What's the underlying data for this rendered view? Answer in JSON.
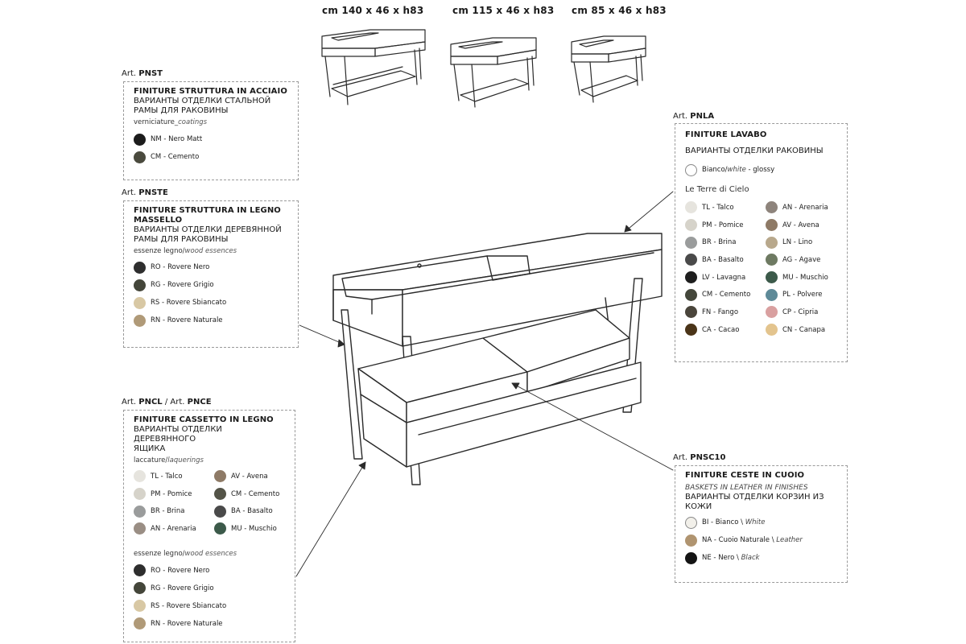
{
  "dimensions": [
    "cm 140 x 46 x h83",
    "cm 115 x 46 x h83",
    "cm 85 x 46 x h83"
  ],
  "articles": {
    "pnst": {
      "prefix": "Art.",
      "code": "PNST"
    },
    "pnste": {
      "prefix": "Art.",
      "code": "PNSTE"
    },
    "pncl": {
      "prefix": "Art.",
      "code1": "PNCL",
      "sep": "/ Art.",
      "code2": "PNCE"
    },
    "pnla": {
      "prefix": "Art.",
      "code": "PNLA"
    },
    "pnsc10": {
      "prefix": "Art.",
      "code": "PNSC10"
    }
  },
  "panel_steel": {
    "title": "FINITURE STRUTTURA IN ACCIAIO",
    "ru_line1": "ВАРИАНТЫ ОТДЕЛКИ СТАЛЬНОЙ",
    "ru_line2": "РАМЫ ДЛЯ РАКОВИНЫ",
    "note_main": "verniciature_",
    "note_ital": "coatings",
    "swatches": [
      {
        "label": "NM - Nero Matt",
        "color": "#1c1c1c"
      },
      {
        "label": "CM - Cemento",
        "color": "#4a4a3e"
      }
    ]
  },
  "panel_wood_frame": {
    "title_line1": "FINITURE STRUTTURA IN LEGNO",
    "title_line2": "MASSELLO",
    "ru_line1": "ВАРИАНТЫ ОТДЕЛКИ ДЕРЕВЯННОЙ",
    "ru_line2": "РАМЫ ДЛЯ РАКОВИНЫ",
    "note_main": "essenze legno/",
    "note_ital": "wood essences",
    "swatches": [
      {
        "label": "RO - Rovere Nero",
        "color": "#2e2e2e"
      },
      {
        "label": "RG - Rovere Grigio",
        "color": "#44463a"
      },
      {
        "label": "RS - Rovere Sbiancato",
        "color": "#d8c8a4"
      },
      {
        "label": "RN - Rovere Naturale",
        "color": "#b09a78"
      }
    ]
  },
  "panel_drawer": {
    "title": "FINITURE CASSETTO IN LEGNO",
    "ru_line1": "ВАРИАНТЫ ОТДЕЛКИ ДЕРЕВЯННОГО",
    "ru_line2": "ЯЩИКА",
    "note_main": "laccature/",
    "note_ital": "laquerings",
    "lacquer_left": [
      {
        "label": "TL - Talco",
        "color": "#e6e4de"
      },
      {
        "label": "PM - Pomice",
        "color": "#d6d3ca"
      },
      {
        "label": "BR - Brina",
        "color": "#9a9c9c"
      },
      {
        "label": "AN - Arenaria",
        "color": "#9a8e84"
      }
    ],
    "lacquer_right": [
      {
        "label": "AV - Avena",
        "color": "#8e7a66"
      },
      {
        "label": "CM - Cemento",
        "color": "#545448"
      },
      {
        "label": "BA - Basalto",
        "color": "#4a4a4a"
      },
      {
        "label": "MU - Muschio",
        "color": "#3c5a4a"
      }
    ],
    "note2_main": "essenze legno/",
    "note2_ital": "wood essences",
    "wood": [
      {
        "label": "RO - Rovere Nero",
        "color": "#2e2e2e"
      },
      {
        "label": "RG - Rovere Grigio",
        "color": "#44463a"
      },
      {
        "label": "RS - Rovere Sbiancato",
        "color": "#d8c8a4"
      },
      {
        "label": "RN - Rovere Naturale",
        "color": "#b09a78"
      }
    ]
  },
  "panel_basin": {
    "title": "FINITURE LAVABO",
    "ru_line1": "ВАРИАНТЫ ОТДЕЛКИ РАКОВИНЫ",
    "white_main": "Bianco/",
    "white_ital": "white",
    "white_tail": " - glossy",
    "white_color": "#ffffff",
    "group_label": "Le Terre di Cielo",
    "left": [
      {
        "label": "TL - Talco",
        "color": "#e6e4de"
      },
      {
        "label": "PM - Pomice",
        "color": "#d6d3ca"
      },
      {
        "label": "BR - Brina",
        "color": "#9a9c9c"
      },
      {
        "label": "BA - Basalto",
        "color": "#4a4a4a"
      },
      {
        "label": "LV - Lavagna",
        "color": "#1e1e1e"
      },
      {
        "label": "CM - Cemento",
        "color": "#44473b"
      },
      {
        "label": "FN - Fango",
        "color": "#4a453b"
      },
      {
        "label": "CA - Cacao",
        "color": "#4a3418"
      }
    ],
    "right": [
      {
        "label": "AN - Arenaria",
        "color": "#8e847c"
      },
      {
        "label": "AV - Avena",
        "color": "#8e7a66"
      },
      {
        "label": "LN - Lino",
        "color": "#b8a88c"
      },
      {
        "label": "AG - Agave",
        "color": "#6e7a62"
      },
      {
        "label": "MU - Muschio",
        "color": "#3c5a4a"
      },
      {
        "label": "PL - Polvere",
        "color": "#5e8a98"
      },
      {
        "label": "CP - Cipria",
        "color": "#d9a0a0"
      },
      {
        "label": "CN - Canapa",
        "color": "#e3c48e"
      }
    ]
  },
  "panel_baskets": {
    "title": "FINITURE CESTE IN CUOIO",
    "en_line": "BASKETS IN LEATHER IN FINISHES",
    "ru_line1": "ВАРИАНТЫ ОТДЕЛКИ КОРЗИН ИЗ",
    "ru_line2": "КОЖИ",
    "swatches": [
      {
        "label": "BI - Bianco \\ ",
        "ital": "White",
        "color": "#f2f0ea"
      },
      {
        "label": "NA - Cuoio Naturale \\ ",
        "ital": "Leather",
        "color": "#b09470"
      },
      {
        "label": "NE - Nero \\ ",
        "ital": "Black",
        "color": "#141414"
      }
    ]
  }
}
